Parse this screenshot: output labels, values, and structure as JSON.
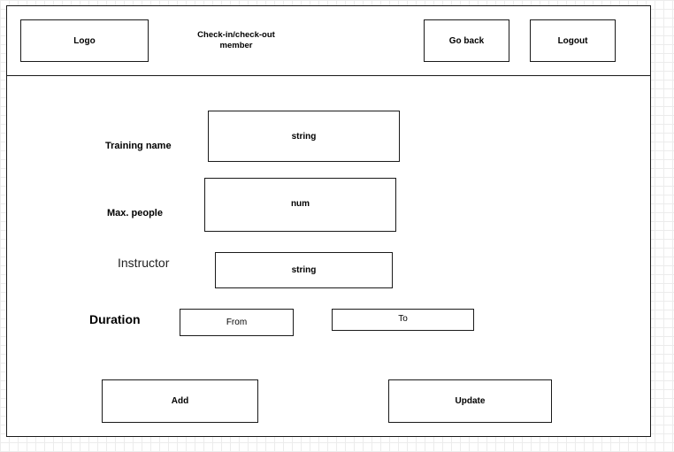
{
  "header": {
    "logo_label": "Logo",
    "title_line1": "Check-in/check-out",
    "title_line2": "member",
    "go_back_label": "Go back",
    "logout_label": "Logout"
  },
  "form": {
    "training_name_label": "Training name",
    "training_name_value": "string",
    "max_people_label": "Max. people",
    "max_people_value": "num",
    "instructor_label": "Instructor",
    "instructor_value": "string",
    "duration_label": "Duration",
    "from_value": "From",
    "to_value": "To"
  },
  "actions": {
    "add_label": "Add",
    "update_label": "Update"
  }
}
